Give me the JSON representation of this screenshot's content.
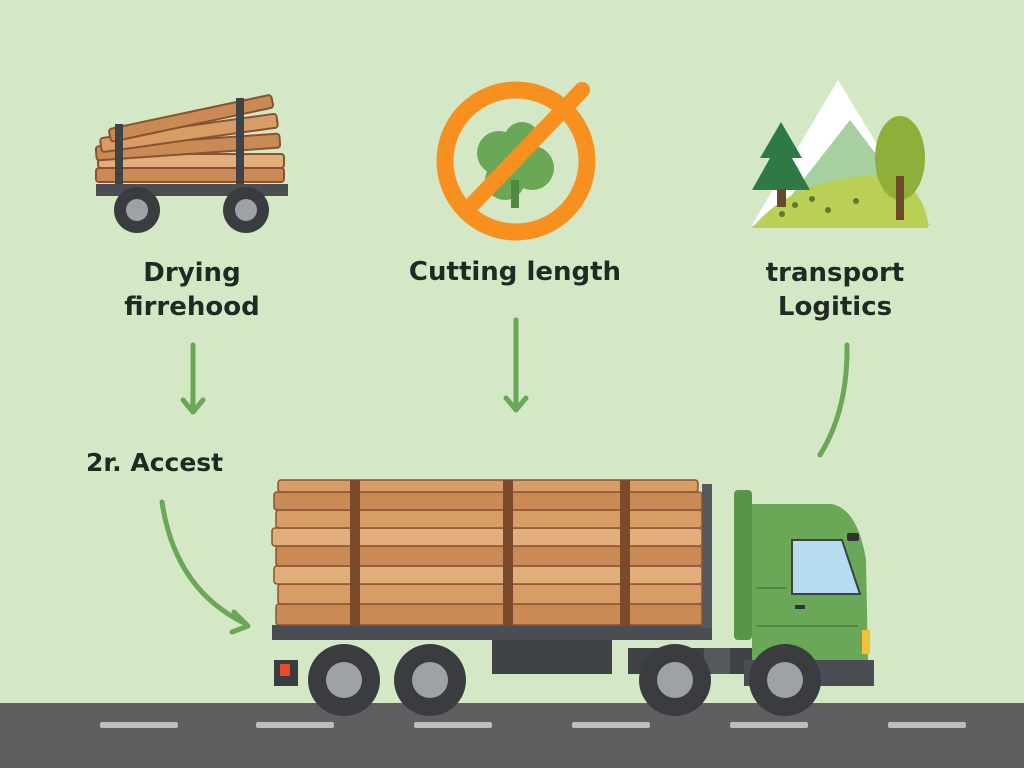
{
  "steps": {
    "drying": {
      "line1": "Drying",
      "line2": "firrehood",
      "icon": "firewood-cart-icon"
    },
    "cutting": {
      "line1": "Cutting length",
      "icon": "no-tree-icon"
    },
    "transport": {
      "line1": "transport",
      "line2": "Logitics",
      "icon": "forest-landscape-icon"
    },
    "access": {
      "line1": "2r. Accest"
    }
  },
  "vehicle": {
    "icon": "logging-truck-icon"
  },
  "colors": {
    "background": "#d4e8c6",
    "arrow": "#6aa857",
    "wood": "#c98a55",
    "truck_cab": "#6aa857",
    "prohibition": "#f7901e",
    "road": "#5d5f60"
  }
}
